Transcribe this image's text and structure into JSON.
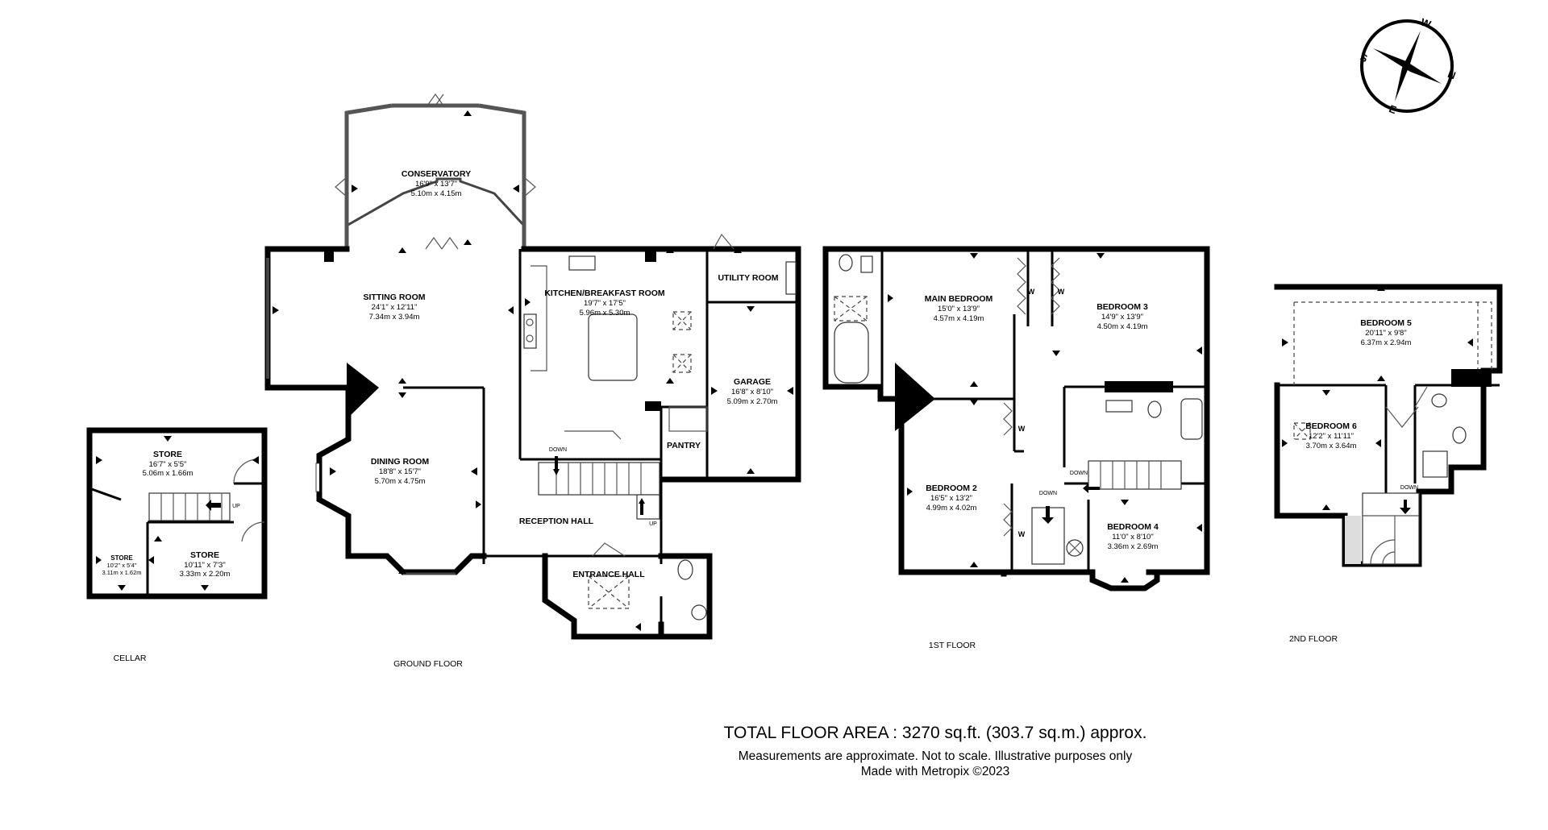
{
  "floors": {
    "cellar": "CELLAR",
    "ground": "GROUND FLOOR",
    "first": "1ST FLOOR",
    "second": "2ND FLOOR"
  },
  "rooms": {
    "conservatory": {
      "name": "CONSERVATORY",
      "imperial": "16'9\"  x 13'7\"",
      "metric": "5.10m  x 4.15m"
    },
    "sitting_room": {
      "name": "SITTING ROOM",
      "imperial": "24'1\"  x 12'11\"",
      "metric": "7.34m  x 3.94m"
    },
    "kitchen": {
      "name": "KITCHEN/BREAKFAST ROOM",
      "imperial": "19'7\"  x 17'5\"",
      "metric": "5.96m  x 5.30m"
    },
    "utility": {
      "name": "UTILITY ROOM"
    },
    "garage": {
      "name": "GARAGE",
      "imperial": "16'8\"  x 8'10\"",
      "metric": "5.09m  x 2.70m"
    },
    "dining_room": {
      "name": "DINING ROOM",
      "imperial": "18'8\"  x 15'7\"",
      "metric": "5.70m  x 4.75m"
    },
    "pantry": {
      "name": "PANTRY"
    },
    "reception_hall": {
      "name": "RECEPTION HALL"
    },
    "entrance_hall": {
      "name": "ENTRANCE HALL"
    },
    "cellar_store_top": {
      "name": "STORE",
      "imperial": "16'7\"  x 5'5\"",
      "metric": "5.06m  x 1.66m"
    },
    "cellar_store_left": {
      "name": "STORE",
      "imperial": "10'2\"  x 5'4\"",
      "metric": "3.11m  x 1.62m"
    },
    "cellar_store_right": {
      "name": "STORE",
      "imperial": "10'11\"  x 7'3\"",
      "metric": "3.33m  x 2.20m"
    },
    "main_bedroom": {
      "name": "MAIN BEDROOM",
      "imperial": "15'0\"  x 13'9\"",
      "metric": "4.57m  x 4.19m"
    },
    "bedroom_2": {
      "name": "BEDROOM 2",
      "imperial": "16'5\"  x 13'2\"",
      "metric": "4.99m  x 4.02m"
    },
    "bedroom_3": {
      "name": "BEDROOM 3",
      "imperial": "14'9\"  x 13'9\"",
      "metric": "4.50m  x 4.19m"
    },
    "bedroom_4": {
      "name": "BEDROOM 4",
      "imperial": "11'0\"  x 8'10\"",
      "metric": "3.36m  x 2.69m"
    },
    "bedroom_5": {
      "name": "BEDROOM 5",
      "imperial": "20'11\"  x 9'8\"",
      "metric": "6.37m  x 2.94m"
    },
    "bedroom_6": {
      "name": "BEDROOM 6",
      "imperial": "12'2\"  x 11'11\"",
      "metric": "3.70m  x 3.64m"
    }
  },
  "stair_labels": {
    "up": "UP",
    "down": "DOWN"
  },
  "wardrobe": "W",
  "compass": {
    "n": "N",
    "e": "E",
    "s": "S",
    "w": "W"
  },
  "footer": {
    "total": "TOTAL FLOOR AREA : 3270 sq.ft. (303.7 sq.m.) approx.",
    "measure": "Measurements are approximate.  Not to scale.  Illustrative purposes only",
    "made": "Made with Metropix ©2023"
  }
}
